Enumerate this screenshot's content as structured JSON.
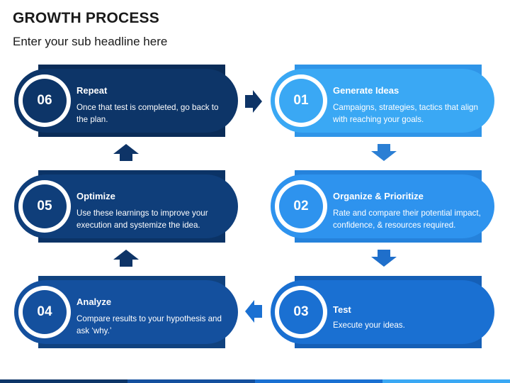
{
  "title": "GROWTH PROCESS",
  "subtitle": "Enter your sub headline here",
  "steps": [
    {
      "number": "01",
      "title": "Generate Ideas",
      "description": "Campaigns, strategies, tactics that align with reaching your goals."
    },
    {
      "number": "02",
      "title": "Organize & Prioritize",
      "description": "Rate and compare their potential impact, confidence, & resources required."
    },
    {
      "number": "03",
      "title": "Test",
      "description": "Execute your ideas."
    },
    {
      "number": "04",
      "title": "Analyze",
      "description": "Compare results to your hypothesis and ask ‘why.’"
    },
    {
      "number": "05",
      "title": "Optimize",
      "description": "Use these learnings to improve your execution and systemize the idea."
    },
    {
      "number": "06",
      "title": "Repeat",
      "description": "Once that test is completed, go back to the plan."
    }
  ],
  "colors": {
    "step_01": "#3AA8F4",
    "step_02": "#2E93EE",
    "step_03": "#1A70D2",
    "step_04": "#14509E",
    "step_05": "#0F3E7A",
    "step_06": "#0D3568",
    "arrow_light": "#2B7FD4",
    "arrow_dark": "#0E3467"
  },
  "bottom_bar_colors": [
    "#0D3568",
    "#14509E",
    "#1A70D2",
    "#3AA8F4"
  ]
}
